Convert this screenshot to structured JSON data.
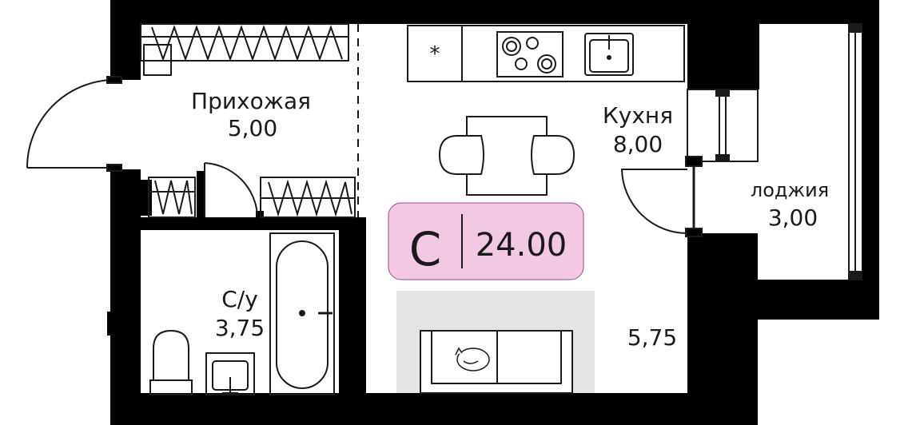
{
  "rooms": {
    "hallway": {
      "name": "Прихожая",
      "area": "5,00"
    },
    "kitchen": {
      "name": "Кухня",
      "area": "8,00"
    },
    "loggia": {
      "name": "лоджия",
      "area": "3,00"
    },
    "bathroom": {
      "name": "С/у",
      "area": "3,75"
    },
    "living": {
      "area": "5,75"
    }
  },
  "badge": {
    "type": "С",
    "total_area": "24.00",
    "color": "#f2c9e3"
  },
  "colors": {
    "wall": "#000000",
    "line": "#1a1a1a",
    "rug": "#e4e4e4",
    "badge_fill": "#f2c9e3",
    "badge_stroke": "#9a4f84"
  },
  "icons": [
    "stove-icon",
    "sink-icon",
    "bathtub-icon",
    "toilet-icon",
    "sofa-icon",
    "cat-icon",
    "door-swing-icon"
  ]
}
